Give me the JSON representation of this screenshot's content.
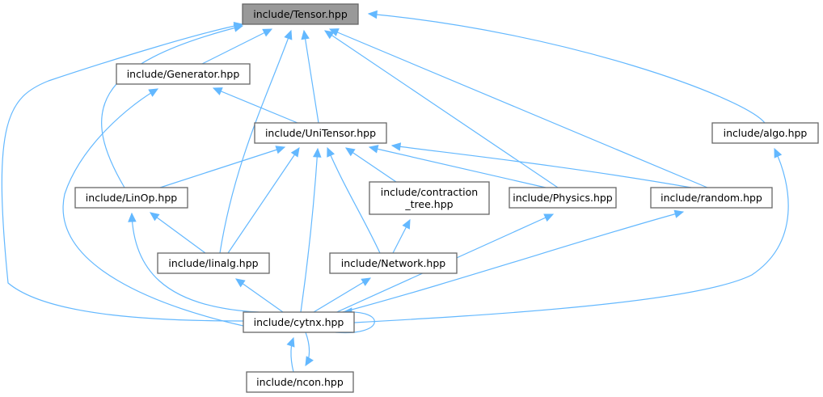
{
  "diagram": {
    "type": "include-dependency-graph",
    "colors": {
      "edge": "#63b8ff",
      "root_fill": "#999999",
      "node_fill": "#ffffff",
      "node_border": "#666666"
    },
    "nodes": [
      {
        "id": "tensor",
        "lines": [
          "include/Tensor.hpp"
        ],
        "root": true
      },
      {
        "id": "generator",
        "lines": [
          "include/Generator.hpp"
        ]
      },
      {
        "id": "unitensor",
        "lines": [
          "include/UniTensor.hpp"
        ]
      },
      {
        "id": "algo",
        "lines": [
          "include/algo.hpp"
        ]
      },
      {
        "id": "linop",
        "lines": [
          "include/LinOp.hpp"
        ]
      },
      {
        "id": "contraction",
        "lines": [
          "include/contraction",
          "_tree.hpp"
        ]
      },
      {
        "id": "physics",
        "lines": [
          "include/Physics.hpp"
        ]
      },
      {
        "id": "random",
        "lines": [
          "include/random.hpp"
        ]
      },
      {
        "id": "linalg",
        "lines": [
          "include/linalg.hpp"
        ]
      },
      {
        "id": "network",
        "lines": [
          "include/Network.hpp"
        ]
      },
      {
        "id": "cytnx",
        "lines": [
          "include/cytnx.hpp"
        ]
      },
      {
        "id": "ncon",
        "lines": [
          "include/ncon.hpp"
        ]
      }
    ],
    "edges": [
      {
        "from": "generator",
        "to": "tensor"
      },
      {
        "from": "unitensor",
        "to": "tensor"
      },
      {
        "from": "algo",
        "to": "tensor"
      },
      {
        "from": "linop",
        "to": "tensor"
      },
      {
        "from": "physics",
        "to": "tensor"
      },
      {
        "from": "random",
        "to": "tensor"
      },
      {
        "from": "linalg",
        "to": "tensor"
      },
      {
        "from": "cytnx",
        "to": "tensor"
      },
      {
        "from": "unitensor",
        "to": "generator"
      },
      {
        "from": "cytnx",
        "to": "generator"
      },
      {
        "from": "linop",
        "to": "unitensor"
      },
      {
        "from": "contraction",
        "to": "unitensor"
      },
      {
        "from": "physics",
        "to": "unitensor"
      },
      {
        "from": "random",
        "to": "unitensor"
      },
      {
        "from": "linalg",
        "to": "unitensor"
      },
      {
        "from": "network",
        "to": "unitensor"
      },
      {
        "from": "cytnx",
        "to": "unitensor"
      },
      {
        "from": "cytnx",
        "to": "algo"
      },
      {
        "from": "linalg",
        "to": "linop"
      },
      {
        "from": "cytnx",
        "to": "linop"
      },
      {
        "from": "network",
        "to": "contraction"
      },
      {
        "from": "cytnx",
        "to": "physics"
      },
      {
        "from": "cytnx",
        "to": "random"
      },
      {
        "from": "cytnx",
        "to": "linalg"
      },
      {
        "from": "cytnx",
        "to": "network"
      },
      {
        "from": "cytnx",
        "to": "cytnx"
      },
      {
        "from": "ncon",
        "to": "cytnx"
      },
      {
        "from": "cytnx",
        "to": "ncon"
      }
    ]
  }
}
